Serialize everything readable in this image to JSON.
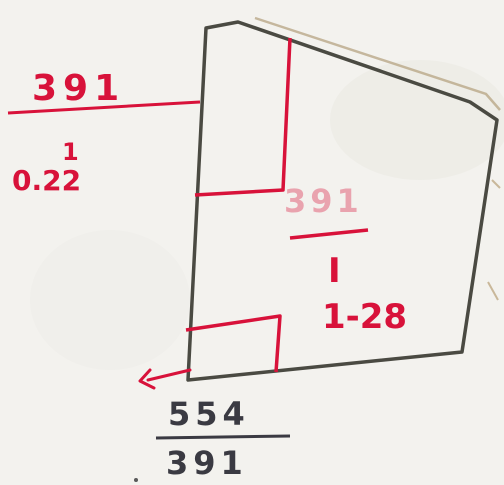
{
  "plot_labels": {
    "top_left": {
      "numerator": "391",
      "denominator_top": "1",
      "denominator_bottom": "0.22"
    },
    "center": {
      "numerator": "391",
      "denominator_top": "I",
      "denominator_bottom": "1-28"
    },
    "bottom": {
      "numerator": "554",
      "denominator": "391"
    }
  },
  "colors": {
    "paper": "#f3f2ee",
    "boundary_ink": "#4a4a42",
    "red_ink": "#d8123a",
    "dark_ink": "#3a3a42",
    "faint_ink": "#b9a888"
  }
}
